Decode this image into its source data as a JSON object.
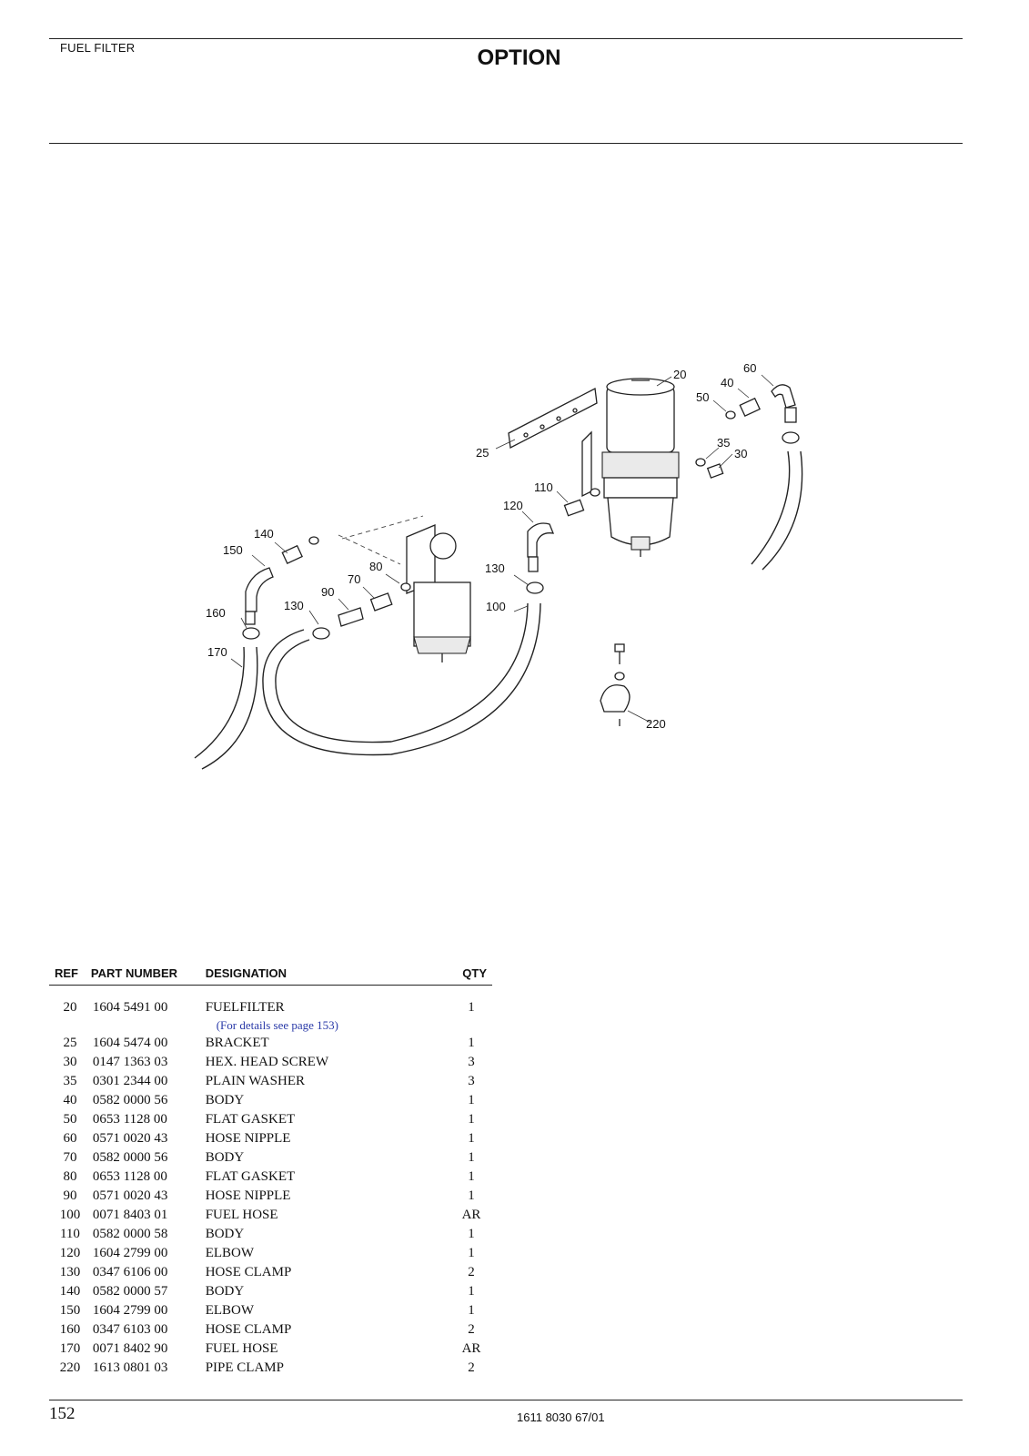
{
  "header": {
    "section_label": "FUEL FILTER",
    "title": "OPTION"
  },
  "diagram": {
    "callouts": [
      "20",
      "60",
      "40",
      "50",
      "35",
      "30",
      "25",
      "110",
      "120",
      "140",
      "150",
      "80",
      "70",
      "90",
      "130",
      "130",
      "160",
      "100",
      "170",
      "220"
    ]
  },
  "table": {
    "headers": {
      "ref": "REF",
      "part_number": "PART NUMBER",
      "designation": "DESIGNATION",
      "qty": "QTY"
    },
    "rows": [
      {
        "ref": "20",
        "part_number": "1604 5491 00",
        "designation": "FUELFILTER",
        "qty": "1",
        "note": "(For details see page 153)"
      },
      {
        "ref": "25",
        "part_number": "1604 5474 00",
        "designation": "BRACKET",
        "qty": "1"
      },
      {
        "ref": "30",
        "part_number": "0147 1363 03",
        "designation": "HEX. HEAD SCREW",
        "qty": "3"
      },
      {
        "ref": "35",
        "part_number": "0301 2344 00",
        "designation": "PLAIN WASHER",
        "qty": "3"
      },
      {
        "ref": "40",
        "part_number": "0582 0000 56",
        "designation": "BODY",
        "qty": "1"
      },
      {
        "ref": "50",
        "part_number": "0653 1128 00",
        "designation": "FLAT GASKET",
        "qty": "1"
      },
      {
        "ref": "60",
        "part_number": "0571 0020 43",
        "designation": "HOSE NIPPLE",
        "qty": "1"
      },
      {
        "ref": "70",
        "part_number": "0582 0000 56",
        "designation": "BODY",
        "qty": "1"
      },
      {
        "ref": "80",
        "part_number": "0653 1128 00",
        "designation": "FLAT GASKET",
        "qty": "1"
      },
      {
        "ref": "90",
        "part_number": "0571 0020 43",
        "designation": "HOSE NIPPLE",
        "qty": "1"
      },
      {
        "ref": "100",
        "part_number": "0071 8403 01",
        "designation": "FUEL HOSE",
        "qty": "AR"
      },
      {
        "ref": "110",
        "part_number": "0582 0000 58",
        "designation": "BODY",
        "qty": "1"
      },
      {
        "ref": "120",
        "part_number": "1604 2799 00",
        "designation": "ELBOW",
        "qty": "1"
      },
      {
        "ref": "130",
        "part_number": "0347 6106 00",
        "designation": "HOSE CLAMP",
        "qty": "2"
      },
      {
        "ref": "140",
        "part_number": "0582 0000 57",
        "designation": "BODY",
        "qty": "1"
      },
      {
        "ref": "150",
        "part_number": "1604 2799 00",
        "designation": "ELBOW",
        "qty": "1"
      },
      {
        "ref": "160",
        "part_number": "0347 6103 00",
        "designation": "HOSE CLAMP",
        "qty": "2"
      },
      {
        "ref": "170",
        "part_number": "0071 8402 90",
        "designation": "FUEL HOSE",
        "qty": "AR"
      },
      {
        "ref": "220",
        "part_number": "1613 0801 03",
        "designation": "PIPE CLAMP",
        "qty": "2"
      }
    ]
  },
  "footer": {
    "page_number": "152",
    "document_number": "1611 8030 67/01"
  }
}
